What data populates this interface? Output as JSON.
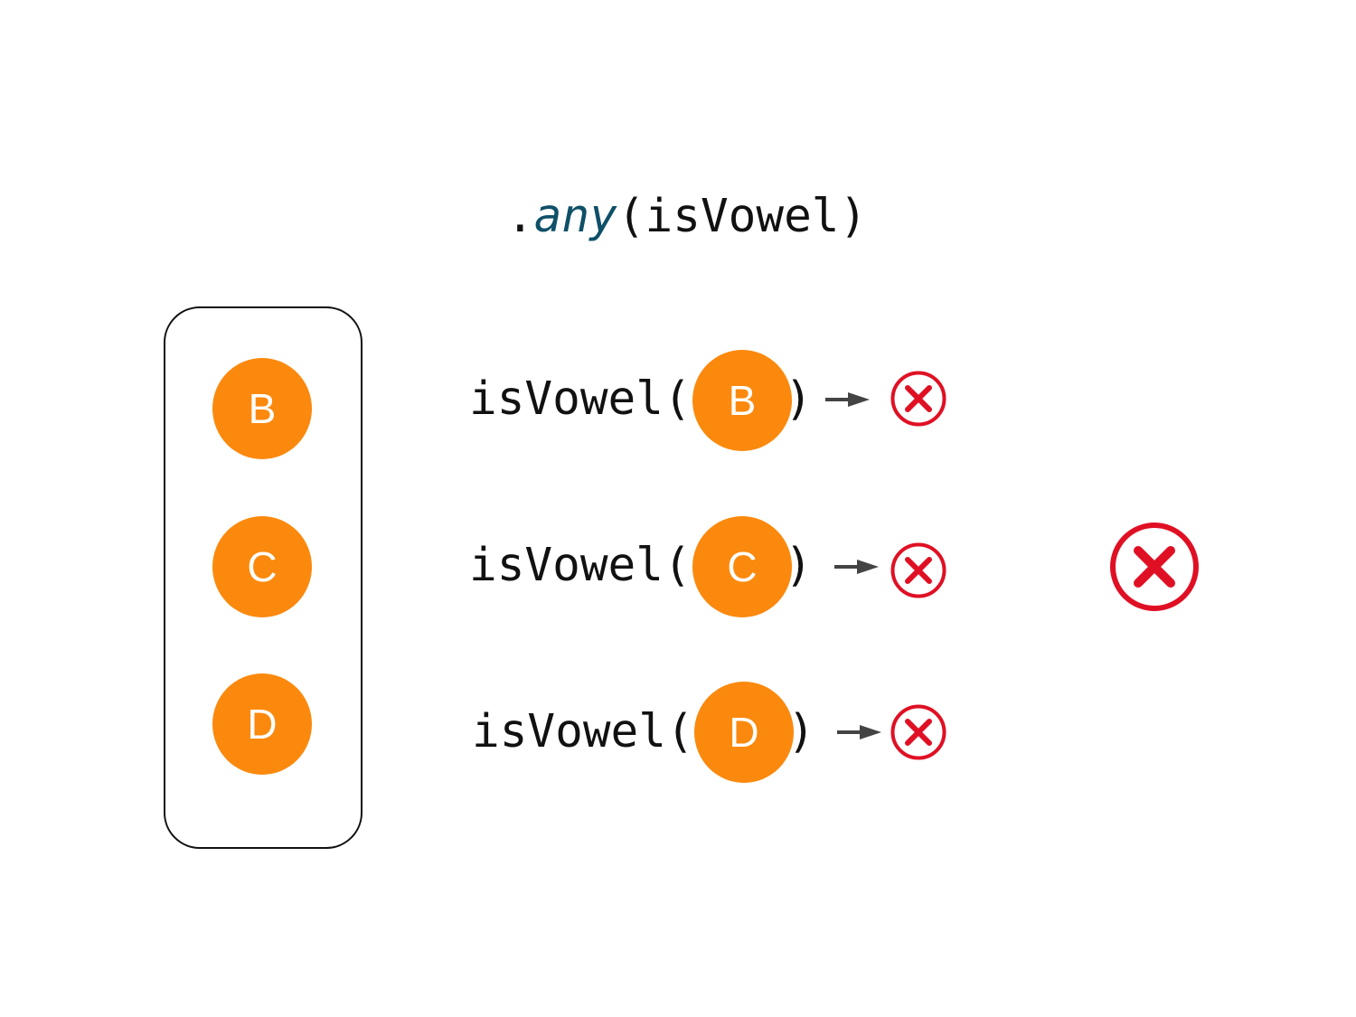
{
  "title": {
    "prefix": ".",
    "method": "any",
    "args": "(isVowel)"
  },
  "collection": [
    "B",
    "C",
    "D"
  ],
  "rows": [
    {
      "func": "isVowel(",
      "arg": "B",
      "close": ")",
      "result_icon": "x-circle-icon"
    },
    {
      "func": "isVowel(",
      "arg": "C",
      "close": ")",
      "result_icon": "x-circle-icon"
    },
    {
      "func": "isVowel(",
      "arg": "D",
      "close": ")",
      "result_icon": "x-circle-icon"
    }
  ],
  "final_result_icon": "x-circle-icon",
  "colors": {
    "ball": "#fb890d",
    "method": "#0f5068",
    "fail": "#e01024",
    "arrow": "#444444"
  }
}
